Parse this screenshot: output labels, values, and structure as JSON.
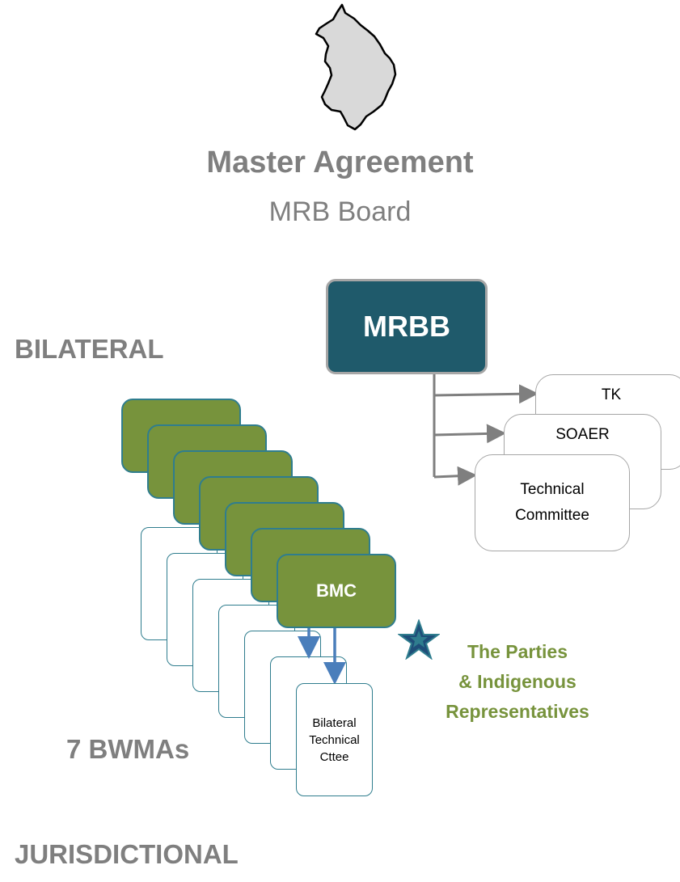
{
  "title": {
    "main": "Master Agreement",
    "sub": "MRB Board"
  },
  "sections": {
    "bilateral": "BILATERAL",
    "jurisdictional": "JURISDICTIONAL",
    "bwmas": "7 BWMAs"
  },
  "mrbb": {
    "label": "MRBB",
    "fill": "#1f5a6b"
  },
  "committees": {
    "tk": "TK",
    "soaer": "SOAER",
    "technical": [
      "Technical",
      "Committee"
    ]
  },
  "bmc": {
    "label": "BMC",
    "fill": "#77933c"
  },
  "bilateral_technical": [
    "Bilateral",
    "Technical",
    "Cttee"
  ],
  "parties": {
    "lines": [
      "The Parties",
      "& Indigenous",
      "Representatives"
    ],
    "color": "#77933c"
  },
  "colors": {
    "gray_text": "#7f7f7f",
    "teal_border": "#2f7d8e",
    "arrow_blue": "#4a7ebb",
    "star": "#1f4e79"
  },
  "icons": {
    "map": "basin-map-icon",
    "star": "star-icon"
  }
}
